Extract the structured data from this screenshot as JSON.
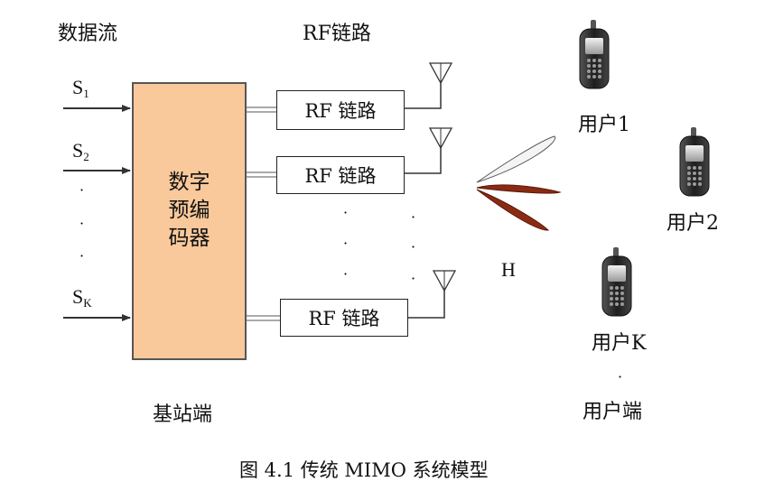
{
  "labels": {
    "data_stream": "数据流",
    "rf_chain_header": "RF链路",
    "base_station": "基站端",
    "user_side": "用户端",
    "channel": "H",
    "caption": "图 4.1 传统 MIMO 系统模型"
  },
  "streams": [
    {
      "base": "S",
      "sub": "1"
    },
    {
      "base": "S",
      "sub": "2"
    },
    {
      "base": "S",
      "sub": "K"
    }
  ],
  "precoder": {
    "label": "数字\n预编\n码器"
  },
  "rf_chains": [
    "RF 链路",
    "RF  链路",
    "RF 链路"
  ],
  "users": [
    "用户1",
    "用户2",
    "用户K"
  ],
  "colors": {
    "precoder_fill": "#f9c99b",
    "beam_main": "#8b2a14",
    "phone_body": "#2b2b2b"
  }
}
